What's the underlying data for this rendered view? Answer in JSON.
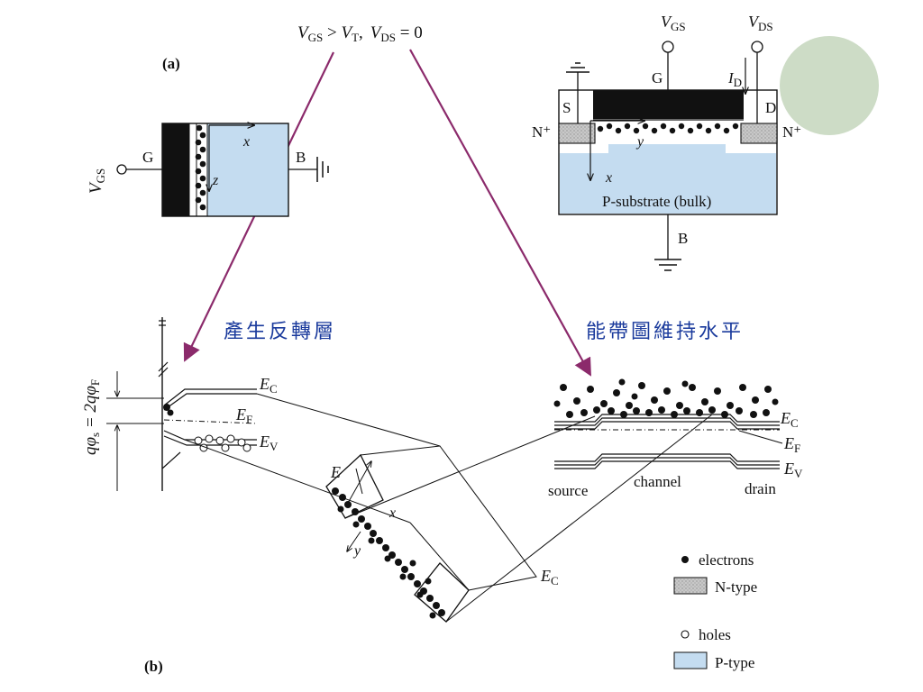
{
  "colors": {
    "ptype_fill": "#c4dcf0",
    "ntype_fill": "#c8c8c8",
    "arrow": "#8b2a6b",
    "annotation_text": "#1a3a9c",
    "slide_circle": "#cddcc6"
  },
  "condition": {
    "vgs_main": "V",
    "vgs_sub": "GS",
    "gt": " > ",
    "vt_main": "V",
    "vt_sub": "T",
    "comma": ",",
    "vds_main": "V",
    "vds_sub": "DS",
    "eq": " = 0"
  },
  "panel_a": {
    "label": "(a)",
    "moscap": {
      "vgs_main": "V",
      "vgs_sub": "GS",
      "gate": "G",
      "x_axis": "x",
      "z_axis": "z",
      "bulk": "B"
    },
    "mosfet": {
      "vgs_main": "V",
      "vgs_sub": "GS",
      "vds_main": "V",
      "vds_sub": "DS",
      "gate": "G",
      "source": "S",
      "drain": "D",
      "id_main": "I",
      "id_sub": "D",
      "n_plus_left": "N⁺",
      "n_plus_right": "N⁺",
      "y_axis": "y",
      "x_axis": "x",
      "substrate": "P-substrate (bulk)",
      "bulk": "B"
    }
  },
  "annotations": {
    "left": "產生反轉層",
    "right": "能帶圖維持水平"
  },
  "panel_b": {
    "label": "(b)",
    "potential_main": "qφ",
    "potential_sub": "s",
    "potential_eq": " = 2qφ",
    "potential_sub2": "F",
    "ec": "E",
    "ec_sub": "C",
    "ef": "E",
    "ef_sub": "F",
    "ev": "E",
    "ev_sub": "V",
    "e_field": "E",
    "x_axis": "x",
    "y_axis": "y",
    "ec_3d": "E",
    "ec_3d_sub": "C",
    "band_right": {
      "ec": "E",
      "ec_sub": "C",
      "ef": "E",
      "ef_sub": "F",
      "ev": "E",
      "ev_sub": "V",
      "source": "source",
      "channel": "channel",
      "drain": "drain"
    }
  },
  "legend": {
    "electrons": "electrons",
    "ntype": "N-type",
    "holes": "holes",
    "ptype": "P-type"
  }
}
